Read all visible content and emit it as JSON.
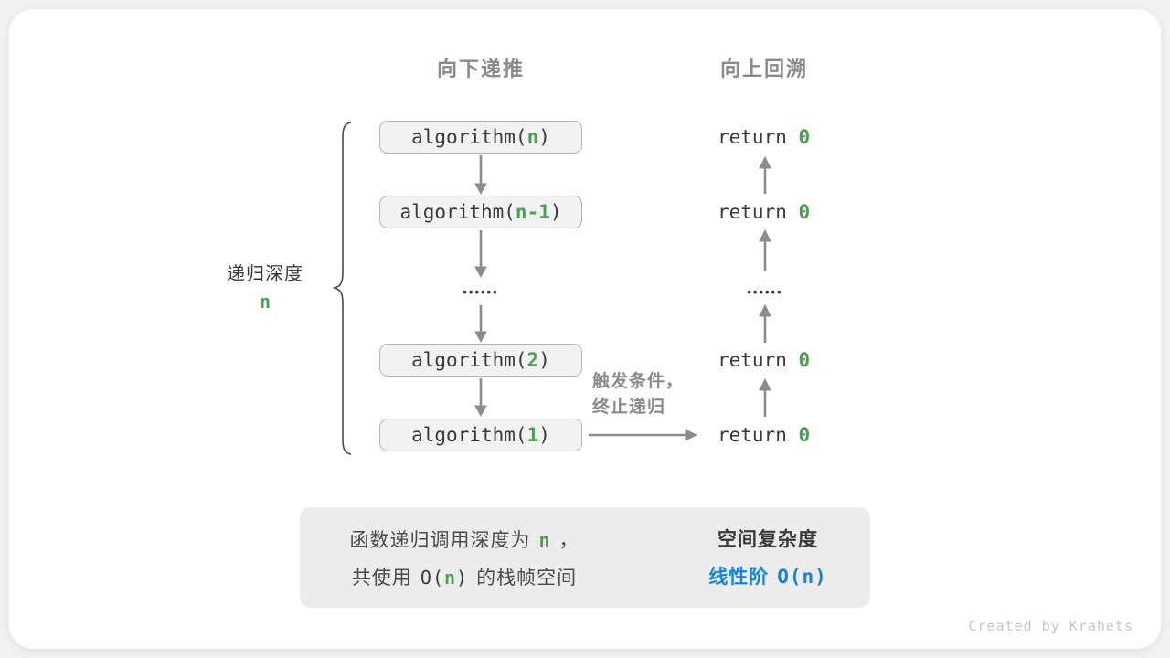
{
  "colors": {
    "green": "#4c9f52",
    "blue": "#1484d6",
    "gray-text": "#8a8a8a",
    "dark-text": "#3a3a3a",
    "arrow": "#8c8c8c",
    "box-fill": "#f2f2f2",
    "box-border": "#b4b4b4",
    "summary-fill": "#ececec",
    "block-arrow": "#c2c2c2",
    "credit": "#c6c6c6",
    "dots": "#2e2e2e"
  },
  "headers": {
    "downward": "向下递推",
    "upward": "向上回溯"
  },
  "depth_label": {
    "title": "递归深度",
    "variable": "n"
  },
  "stack": {
    "rows": [
      {
        "pre": "algorithm(",
        "arg": "n",
        "post": ")"
      },
      {
        "pre": "algorithm(",
        "arg": "n-1",
        "post": ")"
      },
      {
        "pre": "algorithm(",
        "arg": "2",
        "post": ")"
      },
      {
        "pre": "algorithm(",
        "arg": "1",
        "post": ")"
      }
    ],
    "ellipsis": "••••••"
  },
  "returns": {
    "rows": [
      {
        "pre": "return ",
        "val": "0"
      },
      {
        "pre": "return ",
        "val": "0"
      },
      {
        "pre": "return ",
        "val": "0"
      },
      {
        "pre": "return ",
        "val": "0"
      }
    ],
    "ellipsis": "••••••"
  },
  "terminate_note": {
    "line1": "触发条件，",
    "line2": "终止递归"
  },
  "summary": {
    "line1_pre": "函数递归调用深度为",
    "line1_var": "n",
    "line1_post": "，",
    "line2_pre": "共使用",
    "line2_code_open": "O(",
    "line2_code_var": "n",
    "line2_code_close": ")",
    "line2_post": "的栈帧空间",
    "result_title": "空间复杂度",
    "result_label": "线性阶",
    "result_code_open": "O(",
    "result_code_var": "n",
    "result_code_close": ")"
  },
  "credit": "Created by Krahets"
}
